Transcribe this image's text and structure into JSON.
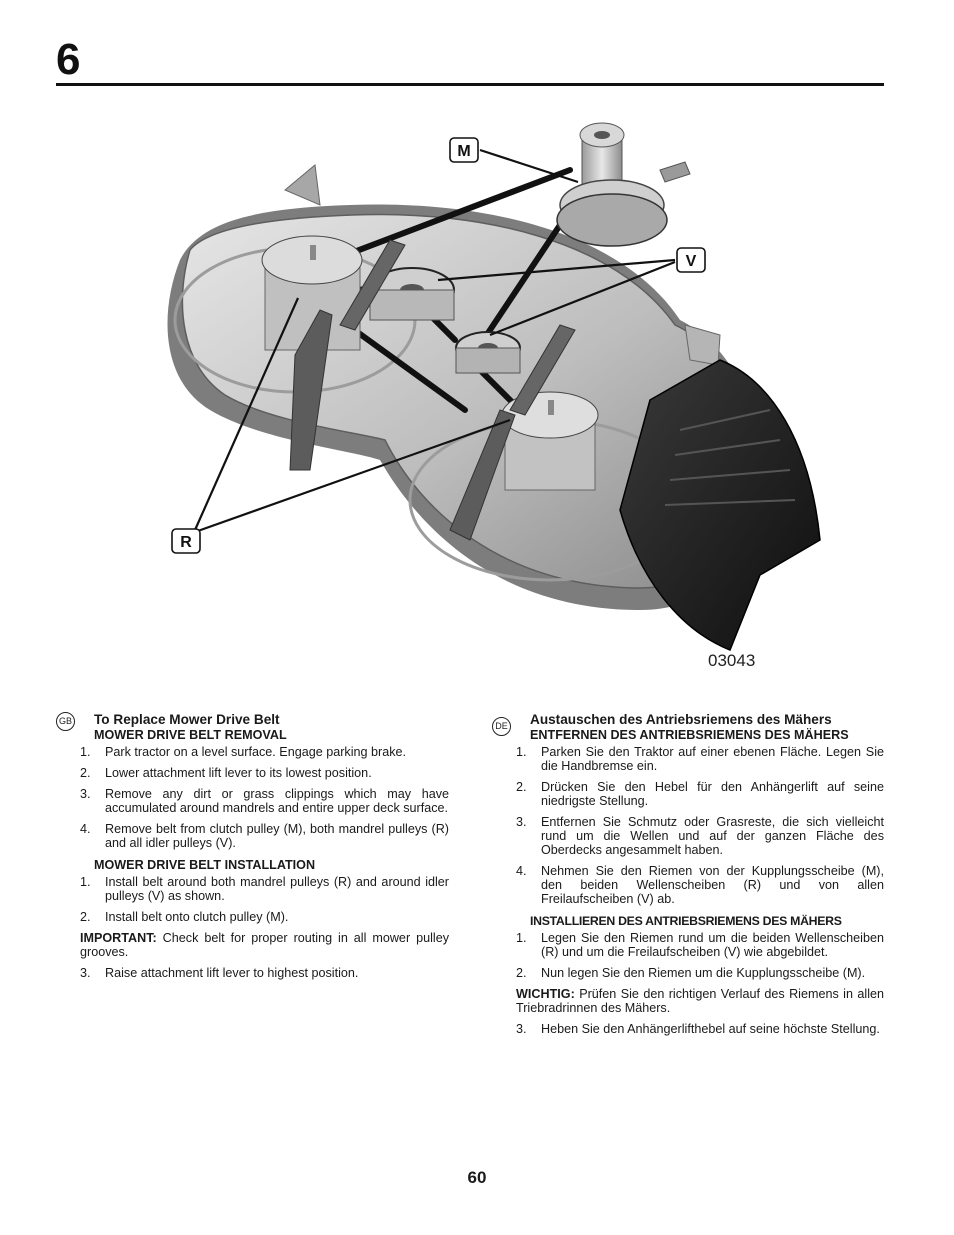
{
  "chapter": "6",
  "figure": {
    "code": "03043",
    "callouts": {
      "m": "M",
      "v": "V",
      "r": "R"
    }
  },
  "gb": {
    "lang": "GB",
    "title": "To Replace Mower Drive Belt",
    "removal": {
      "heading": "MOWER DRIVE BELT REMOVAL",
      "steps": [
        "Park tractor on a level surface. Engage parking brake.",
        "Lower attachment lift lever to its lowest position.",
        "Remove any dirt or grass clippings which may have accumulated around mandrels and entire upper deck surface.",
        "Remove belt from clutch pulley (M), both mandrel pulleys (R) and all idler pulleys (V)."
      ]
    },
    "installation": {
      "heading": "MOWER DRIVE BELT INSTALLATION",
      "steps": [
        "Install belt around both mandrel pulleys (R) and around idler pulleys (V) as shown.",
        "Install belt onto clutch pulley (M)."
      ],
      "important_label": "IMPORTANT:",
      "important_text": "Check belt for proper routing in all mower pulley grooves.",
      "final_step": "Raise attachment lift lever to highest position."
    }
  },
  "de": {
    "lang": "DE",
    "title": "Austauschen des Antriebsriemens des Mähers",
    "removal": {
      "heading": "ENTFERNEN DES ANTRIEBSRIEMENS DES MÄHERS",
      "steps": [
        "Parken Sie den Traktor auf einer ebenen Fläche. Legen Sie die Handbremse ein.",
        "Drücken Sie den Hebel für den Anhängerlift auf seine niedrigste Stellung.",
        "Entfernen Sie Schmutz oder Grasreste, die sich vielleicht rund um die Wellen und auf der ganzen Fläche des Oberdecks angesammelt haben.",
        "Nehmen Sie den Riemen von der Kupplungsscheibe (M), den beiden Wellenscheiben (R) und von allen Freilaufscheiben (V) ab."
      ]
    },
    "installation": {
      "heading": "INSTALLIEREN DES ANTRIEBSRIEMENS DES MÄHERS",
      "steps": [
        "Legen Sie den Riemen rund um die beiden Wellenscheiben (R) und um die Freilaufscheiben (V) wie abgebildet.",
        "Nun legen Sie den Riemen um die Kupplungsscheibe (M)."
      ],
      "important_label": "WICHTIG:",
      "important_text": "Prüfen Sie den richtigen Verlauf des Riemens in allen Triebradrinnen des Mähers.",
      "final_step": "Heben Sie den Anhängerlifthebel auf seine höchste Stellung."
    }
  },
  "page_number": "60"
}
